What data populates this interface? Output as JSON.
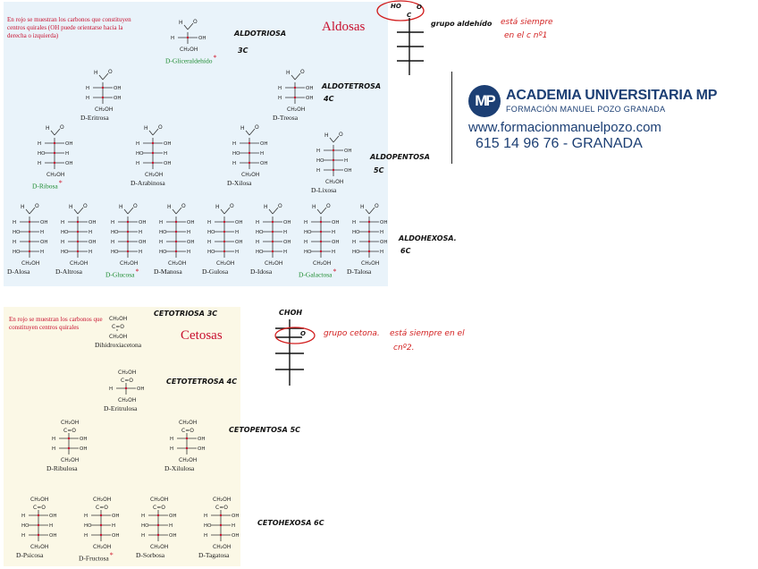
{
  "aldoses": {
    "title": "Aldosas",
    "note": "En rojo se muestran los carbonos que constituyen centros quirales (OH puede orientarse hacia la derecha o izquierda)",
    "molecules": [
      {
        "name": "D-Gliceraldehído",
        "star": "*",
        "green": true,
        "note_top": "H‑C=O",
        "rows": 1,
        "bottom": "CH₂OH"
      },
      {
        "name": "D-Eritrosa",
        "star": "",
        "green": false,
        "rows": 2
      },
      {
        "name": "D-Treosa",
        "star": "",
        "green": false,
        "rows": 2
      },
      {
        "name": "D-Ribosa",
        "star": "*",
        "green": true,
        "rows": 3
      },
      {
        "name": "D-Arabinosa",
        "star": "",
        "green": false,
        "rows": 3
      },
      {
        "name": "D-Xilosa",
        "star": "",
        "green": false,
        "rows": 3
      },
      {
        "name": "D-Lixosa",
        "star": "",
        "green": false,
        "rows": 3
      },
      {
        "name": "D-Alosa",
        "star": "",
        "green": false,
        "rows": 4
      },
      {
        "name": "D-Altrosa",
        "star": "",
        "green": false,
        "rows": 4
      },
      {
        "name": "D-Glucosa",
        "star": "*",
        "green": true,
        "rows": 4
      },
      {
        "name": "D-Manosa",
        "star": "",
        "green": false,
        "rows": 4
      },
      {
        "name": "D-Gulosa",
        "star": "",
        "green": false,
        "rows": 4
      },
      {
        "name": "D-Idosa",
        "star": "",
        "green": false,
        "rows": 4
      },
      {
        "name": "D-Galactosa",
        "star": "*",
        "green": true,
        "rows": 4
      },
      {
        "name": "D-Talosa",
        "star": "",
        "green": false,
        "rows": 4
      }
    ]
  },
  "ketoses": {
    "title": "Cetosas",
    "note": "En rojo se muestran los carbonos que constituyen centros quirales",
    "molecules": [
      {
        "name": "Dihidroxiacetona",
        "star": "",
        "green": false
      },
      {
        "name": "D-Eritrulosa",
        "star": "",
        "green": false
      },
      {
        "name": "D-Ribulosa",
        "star": "",
        "green": false
      },
      {
        "name": "D-Xilulosa",
        "star": "",
        "green": false
      },
      {
        "name": "D-Psicosa",
        "star": "",
        "green": false
      },
      {
        "name": "D-Fructosa",
        "star": "*",
        "green": false
      },
      {
        "name": "D-Sorbosa",
        "star": "",
        "green": false
      },
      {
        "name": "D-Tagatosa",
        "star": "",
        "green": false
      }
    ]
  },
  "handwritten": {
    "aldotriosa": "ALDOTRIOSA",
    "aldotriosa_c": "3C",
    "aldotetrosa": "ALDOTETROSA",
    "aldotetrosa_c": "4C",
    "aldopentosa": "ALDOPENTOSA",
    "aldopentosa_c": "5C",
    "aldohexosa": "ALDOHEXOSA.",
    "aldohexosa_c": "6C",
    "cetotriosa": "CETOTRIOSA 3C",
    "cetotetrosa": "CETOTETROSA 4C",
    "cetopentosa": "CETOPENTOSA 5C",
    "cetohexosa": "CETOHEXOSA 6C",
    "grupo_aldehido": "grupo aldehído",
    "aldehido_note_1": "está siempre",
    "aldehido_note_2": "en el c nº1",
    "ho_label": "HO",
    "c_label": "C",
    "o_label": "O",
    "chon_label": "CHOH",
    "grupo_cetona": "grupo cetona.",
    "cetona_note_1": "está siempre en el",
    "cetona_note_2": "cnº2."
  },
  "logo": {
    "mark": "MP",
    "brand": "ACADEMIA UNIVERSITARIA MP",
    "subtitle": "FORMACIÓN MANUEL POZO GRANADA",
    "website": "www.formacionmanuelpozo.com",
    "phone": "615 14 96 76   - GRANADA",
    "brand_color": "#1c3f74"
  },
  "colors": {
    "aldose_bg": "#e9f3fa",
    "ketose_bg": "#fbf8e6",
    "accent_red": "#c8102e",
    "green_label": "#1b8a2e"
  }
}
